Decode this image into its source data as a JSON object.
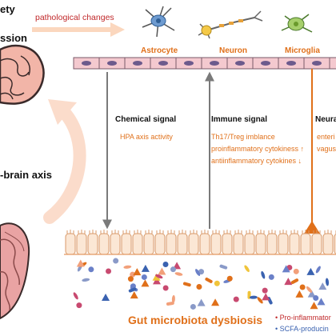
{
  "top_left": {
    "line1": "ety",
    "line2": "ssion"
  },
  "arrow_top_label": "pathological changes",
  "cells": [
    {
      "label": "Astrocyte",
      "icon": "astrocyte-icon"
    },
    {
      "label": "Neuron",
      "icon": "neuron-icon"
    },
    {
      "label": "Microglia",
      "icon": "microglia-icon"
    }
  ],
  "axis_label": "-brain axis",
  "signals": {
    "chemical": {
      "title": "Chemical signal",
      "items": [
        "HPA axis activity"
      ]
    },
    "immune": {
      "title": "Immune signal",
      "items": [
        "Th17/Treg imblance",
        "proinflammatory cytokiness ↑",
        "antiinflammatory cytokines ↓"
      ]
    },
    "neural": {
      "title": "Neura",
      "items": [
        "enteri",
        "vagus"
      ]
    }
  },
  "gut_title": "Gut microbiota dysbiosis",
  "legend": [
    {
      "bullet": "•",
      "text": "Pro-inflammator",
      "color": "#c0282a"
    },
    {
      "bullet": "•",
      "text": "SCFA-producin",
      "color": "#3a62b0"
    }
  ],
  "colors": {
    "accent_orange": "#e0701a",
    "barrier_pink": "#f4c9cf",
    "nucleus_purple": "#6c5a8c",
    "epithelium_fill": "#fbe7d5",
    "arrow_grey": "#7a7a7a",
    "brain_pink": "#f2b5a8",
    "gut_pink": "#e9a3a3",
    "red": "#c0282a",
    "blue": "#3a62b0"
  }
}
